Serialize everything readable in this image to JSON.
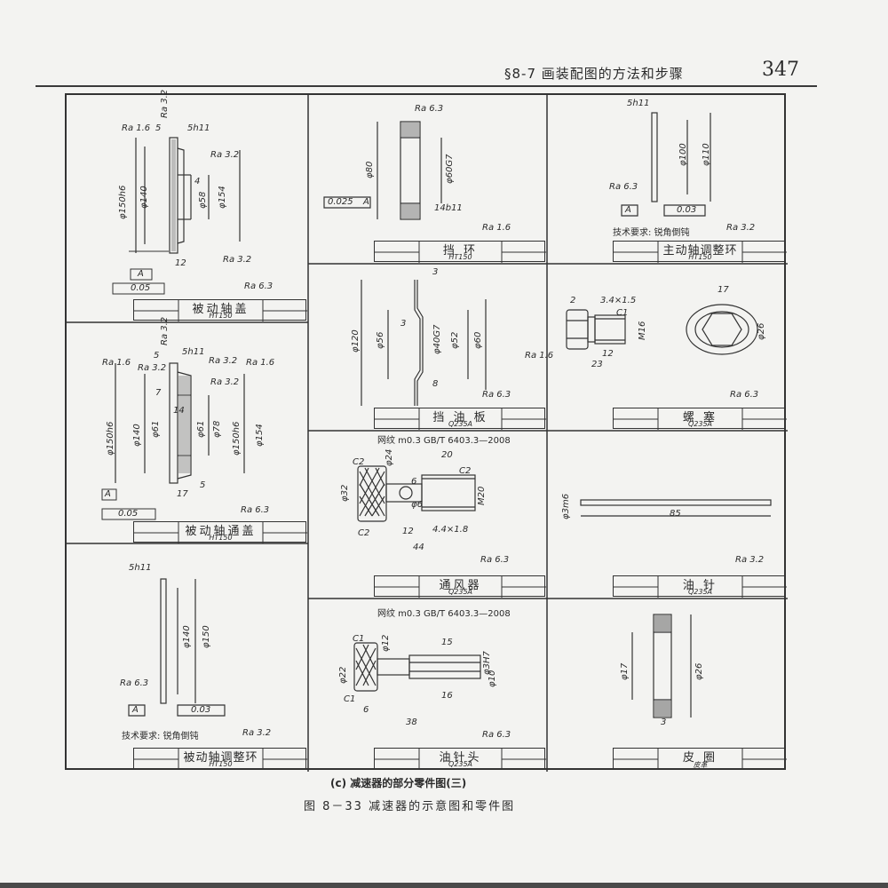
{
  "header": {
    "section": "§8-7   画装配图的方法和步骤",
    "page_number": "347"
  },
  "cells": {
    "passive_cover": {
      "name": "被动轴盖",
      "material": "HT150",
      "roughness": "Ra 6.3",
      "tolerance": "0.05",
      "datum": "A",
      "dims": {
        "d1": "φ150h6",
        "d2": "φ140",
        "d3": "φ58",
        "d4": "φ154",
        "h1": "5",
        "h2": "12",
        "h3": "4",
        "fit": "5h11",
        "ra1": "Ra 1.6",
        "ra2": "Ra 3.2",
        "ra3": "Ra 3.2",
        "ra4": "Ra 3.2"
      }
    },
    "retaining_ring": {
      "name": "挡 环",
      "material": "HT150",
      "roughness": "Ra 1.6",
      "tolerance": "0.025",
      "datum": "A",
      "dims": {
        "d1": "φ80",
        "d2": "φ60G7",
        "w": "14b11",
        "ra": "Ra 6.3"
      }
    },
    "driving_adjust_ring": {
      "name": "主动轴调整环",
      "material": "HT150",
      "roughness": "Ra 3.2",
      "tolerance": "0.03",
      "datum": "A",
      "dims": {
        "fit": "5h11",
        "d1": "φ100",
        "d2": "φ110",
        "ra": "Ra 6.3"
      },
      "note": "技术要求: 锐角倒钝"
    },
    "oil_baffle": {
      "name": "挡 油 板",
      "material": "Q235A",
      "roughness": "Ra 6.3",
      "dims": {
        "t": "3",
        "d1": "φ120",
        "d2": "φ56",
        "d3": "φ40G7",
        "d4": "φ52",
        "d5": "φ60",
        "s": "3",
        "b": "8",
        "ra": "Ra 1.6"
      }
    },
    "plug": {
      "name": "螺 塞",
      "material": "Q235A",
      "roughness": "Ra 6.3",
      "dims": {
        "a": "2",
        "thread": "3.4×1.5",
        "c": "C1",
        "m": "M16",
        "l1": "12",
        "l2": "23",
        "s": "17",
        "d": "φ26"
      }
    },
    "passive_through_cover": {
      "name": "被动轴通盖",
      "material": "HT150",
      "roughness": "Ra 6.3",
      "tolerance": "0.05",
      "datum": "A",
      "dims": {
        "d1": "φ150h6",
        "d2": "φ140",
        "d3": "φ61",
        "d4": "φ61",
        "d5": "φ78",
        "d6": "φ150h6",
        "d7": "φ154",
        "fit": "5h11",
        "h1": "5",
        "h2": "7",
        "h3": "14",
        "h4": "17",
        "h5": "5",
        "ra1": "Ra 1.6",
        "ra2": "Ra 3.2",
        "ra3": "Ra 3.2",
        "ra4": "Ra 1.6",
        "ra5": "Ra 3.2",
        "ra6": "Ra 3.2"
      }
    },
    "breather": {
      "name": "通风器",
      "material": "Q235A",
      "roughness": "Ra 6.3",
      "knurl": "网纹 m0.3 GB/T 6403.3—2008",
      "dims": {
        "c1": "C2",
        "c2": "C2",
        "c3": "C2",
        "d1": "φ24",
        "l1": "20",
        "d2": "φ32",
        "d3": "6",
        "d4": "φ6",
        "m": "M20",
        "l2": "12",
        "thread": "4.4×1.8",
        "l3": "44"
      }
    },
    "oil_dipstick": {
      "name": "油 针",
      "material": "Q235A",
      "roughness": "Ra 3.2",
      "dims": {
        "d": "φ3m6",
        "l": "85"
      }
    },
    "driven_adjust_ring": {
      "name": "被动轴调整环",
      "material": "HT150",
      "roughness": "Ra 3.2",
      "tolerance": "0.03",
      "datum": "A",
      "dims": {
        "fit": "5h11",
        "d1": "φ140",
        "d2": "φ150",
        "ra": "Ra 6.3"
      },
      "note": "技术要求: 锐角倒钝"
    },
    "dipstick_head": {
      "name": "油针头",
      "material": "Q235A",
      "roughness": "Ra 6.3",
      "knurl": "网纹 m0.3 GB/T 6403.3—2008",
      "dims": {
        "c1": "C1",
        "c2": "C1",
        "d1": "φ12",
        "l1": "15",
        "d2": "φ3H7",
        "d3": "φ22",
        "d4": "φ10",
        "l2": "16",
        "l3": "6",
        "l4": "38"
      }
    },
    "leather_ring": {
      "name": "皮 圈",
      "material": "皮革",
      "dims": {
        "d1": "φ17",
        "d2": "φ26",
        "t": "3"
      }
    }
  },
  "captions": {
    "sub": "(c) 减速器的部分零件图(三)",
    "figure": "图 8－33   减速器的示意图和零件图"
  }
}
